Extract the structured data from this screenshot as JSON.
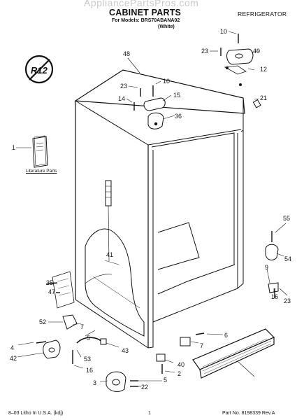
{
  "header": {
    "watermark": "AppliancePartsPros.com",
    "title": "CABINET PARTS",
    "appliance_type": "REFRIGERATOR",
    "models_line": "For Models: BRS70ABANA02",
    "color_line": "(White)"
  },
  "badge": {
    "text": "R12"
  },
  "literature_label": "Literature Parts",
  "callouts": [
    "10",
    "23",
    "49",
    "12",
    "21",
    "48",
    "23",
    "10",
    "14",
    "15",
    "36",
    "1",
    "55",
    "54",
    "9",
    "16",
    "23",
    "41",
    "35",
    "47",
    "52",
    "7",
    "6",
    "7",
    "5",
    "4",
    "42",
    "43",
    "53",
    "16",
    "40",
    "2",
    "3",
    "5",
    "22"
  ],
  "footer": {
    "left": "8–03 Litho In U.S.A. (kdj)",
    "center": "1",
    "right": "Part No. 8198339 Rev.A"
  }
}
